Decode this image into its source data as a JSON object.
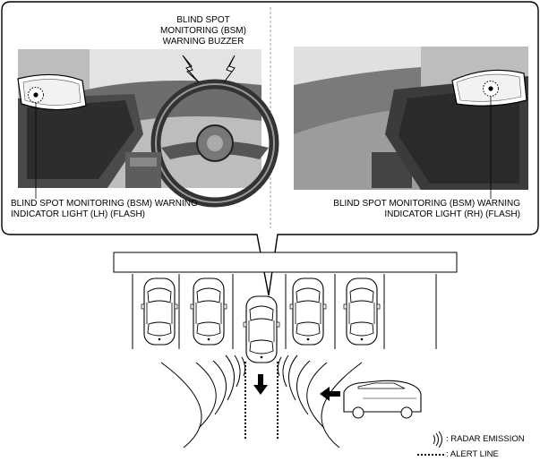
{
  "labels": {
    "buzzer": [
      "BLIND SPOT",
      "MONITORING (BSM)",
      "WARNING BUZZER"
    ],
    "lh_indicator": [
      "BLIND SPOT MONITORING (BSM) WARNING",
      "INDICATOR LIGHT (LH) (FLASH)"
    ],
    "rh_indicator": [
      "BLIND SPOT MONITORING (BSM) WARNING",
      "INDICATOR LIGHT (RH) (FLASH)"
    ]
  },
  "legend": {
    "radar_emission": ": RADAR EMISSION",
    "alert_line": ": ALERT LINE"
  },
  "icons": {
    "radar": "radar-emission-icon",
    "alert": "alert-line-icon",
    "warning_mark": "warning-lightning-icon"
  }
}
